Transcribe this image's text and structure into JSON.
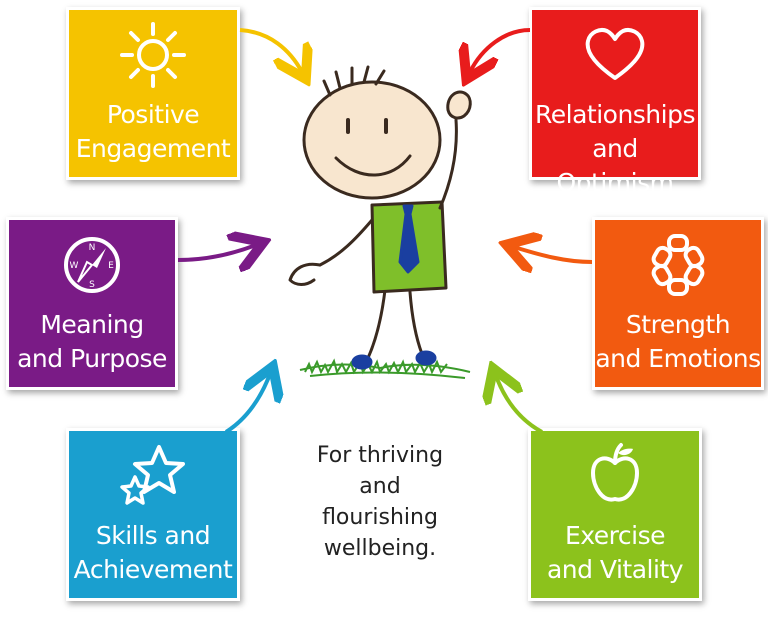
{
  "tiles": [
    {
      "key": "positive",
      "line1": "Positive",
      "line2": "Engagement",
      "color": "#f5c300",
      "icon": "sun-icon"
    },
    {
      "key": "relationships",
      "line1": "Relationships",
      "line2": "and Optimism",
      "color": "#e81c1c",
      "icon": "heart-icon"
    },
    {
      "key": "meaning",
      "line1": "Meaning",
      "line2": "and Purpose",
      "color": "#7a1b86",
      "icon": "compass-icon"
    },
    {
      "key": "strength",
      "line1": "Strength",
      "line2": "and Emotions",
      "color": "#f25a10",
      "icon": "chain-icon"
    },
    {
      "key": "skills",
      "line1": "Skills and",
      "line2": "Achievement",
      "color": "#1a9fcf",
      "icon": "stars-icon"
    },
    {
      "key": "exercise",
      "line1": "Exercise",
      "line2": "and Vitality",
      "color": "#8cc21c",
      "icon": "apple-icon"
    }
  ],
  "center": {
    "line1": "For thriving",
    "line2": "and flourishing",
    "line3": "wellbeing."
  },
  "figure": {
    "shirt_color": "#7fbf2a",
    "tie_color": "#1a3fa0",
    "grass_color": "#3a9a2a"
  }
}
